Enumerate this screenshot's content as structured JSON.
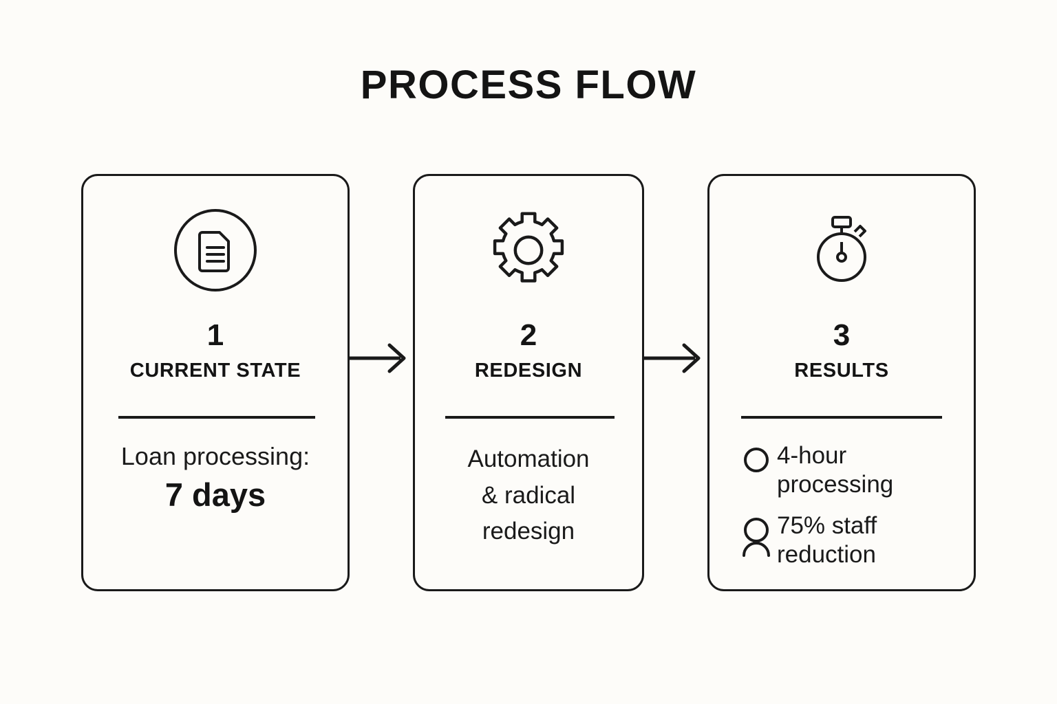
{
  "page": {
    "title": "PROCESS FLOW",
    "background_color": "#fdfcf9",
    "ink_color": "#1a1a1a"
  },
  "flow": {
    "steps": [
      {
        "number": "1",
        "label": "CURRENT STATE",
        "icon": "document-in-circle-icon",
        "body_line": "Loan processing:",
        "body_strong": "7 days"
      },
      {
        "number": "2",
        "label": "REDESIGN",
        "icon": "gear-icon",
        "body_line_1": "Automation",
        "body_line_2": "& radical",
        "body_line_3": "redesign"
      },
      {
        "number": "3",
        "label": "RESULTS",
        "icon": "stopwatch-icon",
        "bullets": [
          {
            "icon": "circle-bullet-icon",
            "text": "4-hour processing"
          },
          {
            "icon": "person-icon",
            "text": "75% staff reduction"
          }
        ]
      }
    ],
    "connectors": [
      {
        "name": "arrow-step1-to-step2",
        "direction": "right"
      },
      {
        "name": "arrow-step2-to-step3",
        "direction": "right"
      }
    ]
  }
}
